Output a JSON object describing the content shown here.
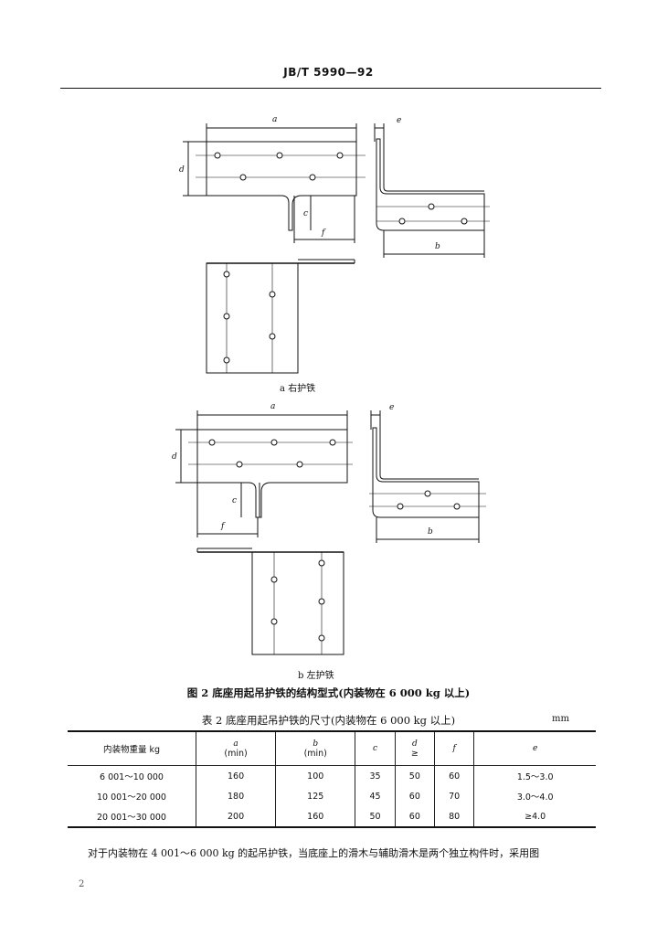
{
  "header": {
    "title": "JB/T 5990—92"
  },
  "figure": {
    "dim_labels": {
      "a": "a",
      "b": "b",
      "c": "c",
      "d": "d",
      "e": "e",
      "f": "f"
    },
    "sub_a": "a  右护铁",
    "sub_b": "b  左护铁",
    "caption": "图 2  底座用起吊护铁的结构型式(内装物在 6 000 kg 以上)"
  },
  "table": {
    "caption": "表 2  底座用起吊护铁的尺寸(内装物在 6 000 kg 以上)",
    "unit": "mm",
    "headers": [
      {
        "sym": "",
        "sub": "内装物重量   kg"
      },
      {
        "sym": "a",
        "sub": "(min)"
      },
      {
        "sym": "b",
        "sub": "(min)"
      },
      {
        "sym": "c",
        "sub": ""
      },
      {
        "sym": "d",
        "sub": "≥"
      },
      {
        "sym": "f",
        "sub": ""
      },
      {
        "sym": "e",
        "sub": ""
      }
    ],
    "rows": [
      [
        "6 001～10 000",
        "160",
        "100",
        "35",
        "50",
        "60",
        "1.5～3.0"
      ],
      [
        "10 001～20 000",
        "180",
        "125",
        "45",
        "60",
        "70",
        "3.0～4.0"
      ],
      [
        "20 001～30 000",
        "200",
        "160",
        "50",
        "60",
        "80",
        "≥4.0"
      ]
    ]
  },
  "paragraph": "对于内装物在 4 001～6 000 kg 的起吊护铁，当底座上的滑木与辅助滑木是两个独立构件时，采用图",
  "page_number": "2"
}
